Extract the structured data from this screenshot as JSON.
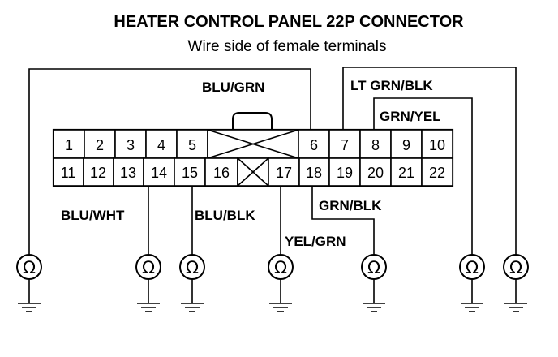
{
  "title": "HEATER CONTROL PANEL 22P CONNECTOR",
  "subtitle": "Wire side of female terminals",
  "connector": {
    "top_row": [
      "1",
      "2",
      "3",
      "4",
      "5",
      "6",
      "7",
      "8",
      "9",
      "10"
    ],
    "bottom_row": [
      "11",
      "12",
      "13",
      "14",
      "15",
      "16",
      "17",
      "18",
      "19",
      "20",
      "21",
      "22"
    ]
  },
  "wire_labels": {
    "blu_grn": "BLU/GRN",
    "lt_grn_blk": "LT GRN/BLK",
    "grn_yel": "GRN/YEL",
    "blu_wht": "BLU/WHT",
    "blu_blk": "BLU/BLK",
    "grn_blk": "GRN/BLK",
    "yel_grn": "YEL/GRN"
  },
  "meter_symbol": "Ω",
  "icons": [
    "ohmmeter-icon",
    "ground-icon"
  ]
}
